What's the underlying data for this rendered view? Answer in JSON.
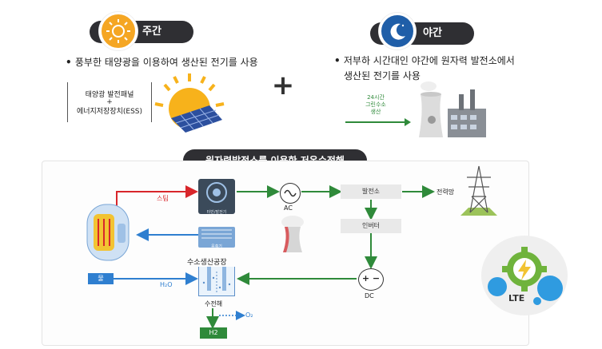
{
  "day": {
    "label": "주간",
    "bullet": "풍부한 태양광을 이용하여 생산된 전기를 사용",
    "box_line1": "태양광 발전패널",
    "box_plus": "+",
    "box_line2": "에너지저장장치(ESS)"
  },
  "night": {
    "label": "야간",
    "bullet_line1": "저부하 시간대인 야간에 원자력 발전소에서",
    "bullet_line2": "생산된 전기를 사용",
    "arrow_l1": "24시간",
    "arrow_l2": "그린수소",
    "arrow_l3": "생산"
  },
  "plus": "+",
  "section_title": "원자력발전소를 이용한 저온수전해",
  "diagram": {
    "steam": "스팀",
    "ac": "AC",
    "plant": "발전소",
    "grid": "전력망",
    "inverter": "인버터",
    "dc": "DC",
    "water": "물",
    "h2o": "H₂O",
    "h2_factory": "수소생산공장",
    "electrolysis": "수전해",
    "o2": "O₂",
    "h2": "H2",
    "turbine_label": "터빈/발전기",
    "condenser_label": "응축기",
    "lte": "LTE"
  },
  "colors": {
    "green": "#2f8a3a",
    "red": "#d8262b",
    "blue": "#2f7fd0",
    "dark": "#2f2f33"
  }
}
